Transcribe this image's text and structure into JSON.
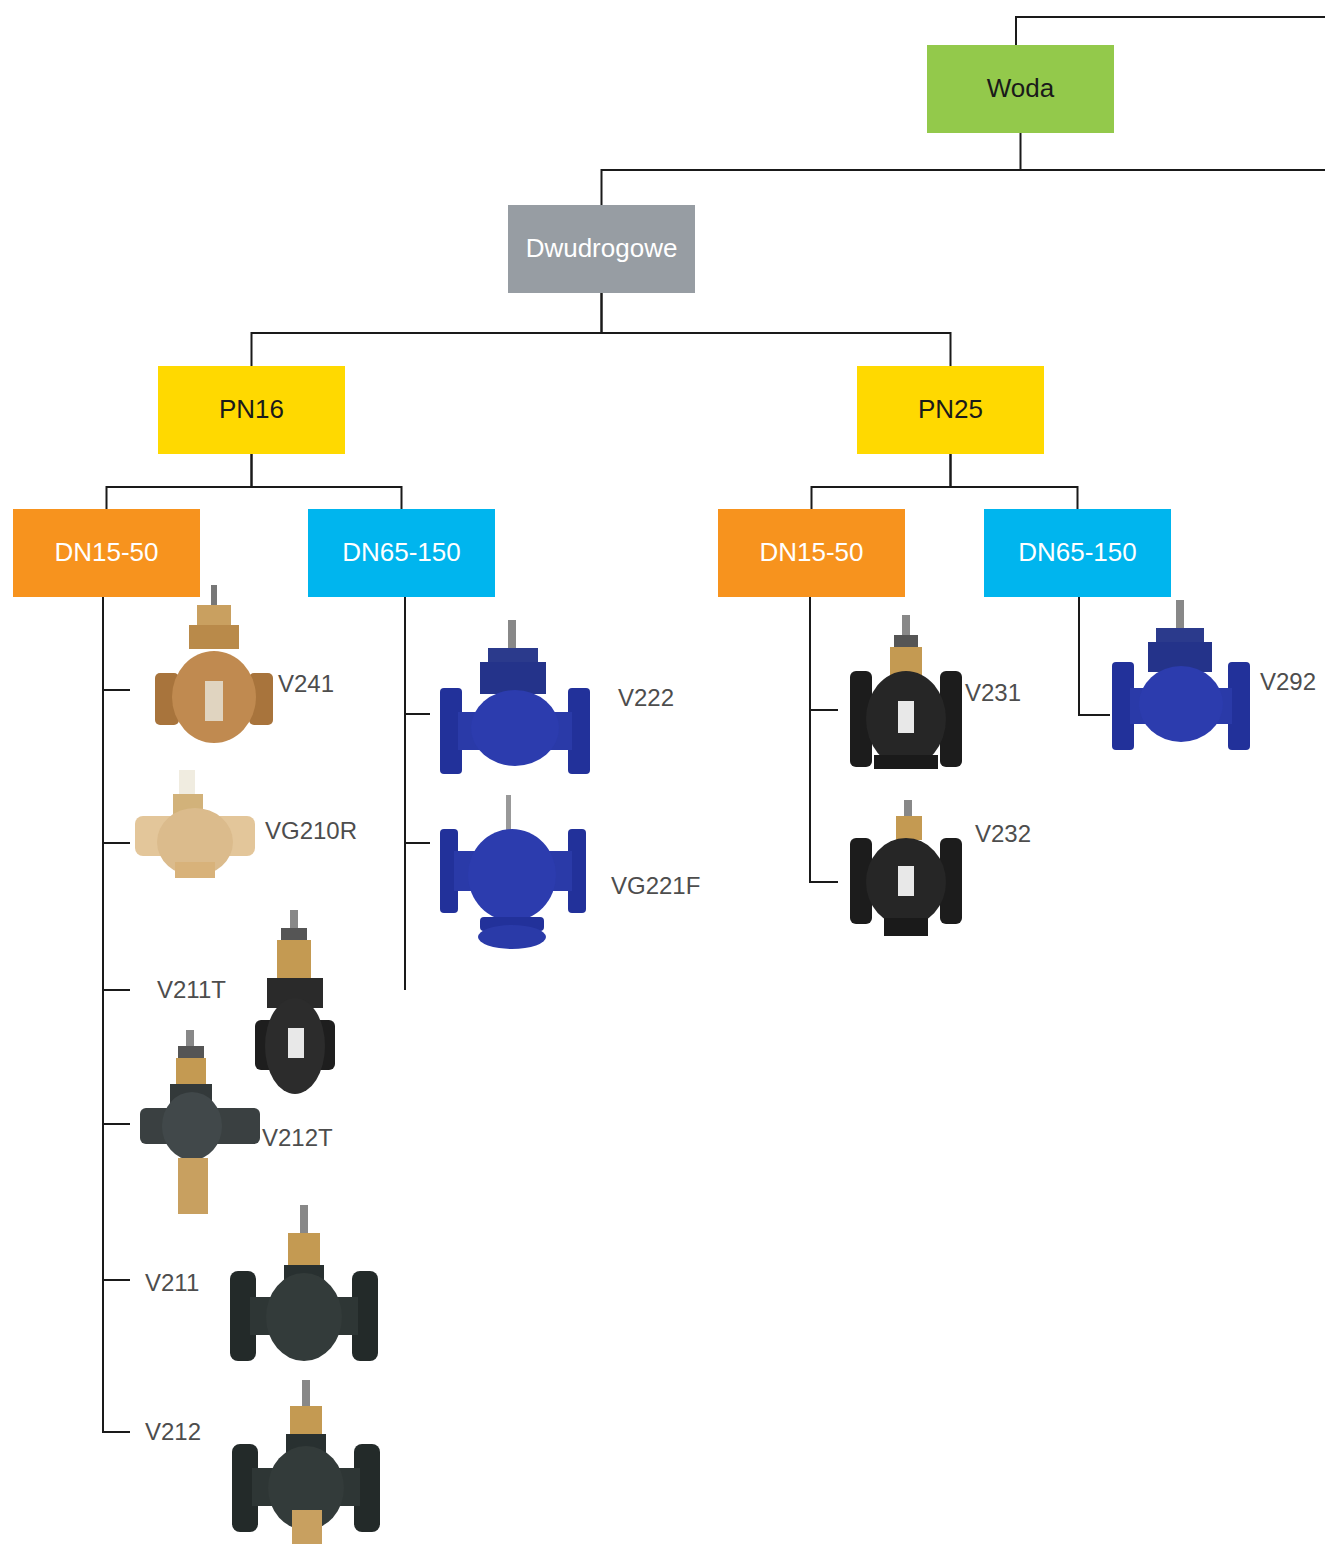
{
  "diagram": {
    "nodes": [
      {
        "text": [
          "Woda"
        ]
      },
      {
        "text": [
          "Dwudrogowe"
        ]
      },
      {
        "text": [
          "PN16"
        ]
      },
      {
        "text": [
          "PN25"
        ]
      },
      {
        "text": [
          "DN15-50"
        ]
      },
      {
        "text": [
          "DN65-150"
        ]
      },
      {
        "text": [
          "DN15-50"
        ]
      },
      {
        "text": [
          "DN65-150"
        ]
      }
    ],
    "edges": [
      {
        "from": 0,
        "to": 1,
        "arrow": "none"
      },
      {
        "from": 1,
        "to": 2,
        "arrow": "none"
      },
      {
        "from": 1,
        "to": 3,
        "arrow": "none"
      },
      {
        "from": 2,
        "to": 4,
        "arrow": "none"
      },
      {
        "from": 2,
        "to": 5,
        "arrow": "none"
      },
      {
        "from": 3,
        "to": 6,
        "arrow": "none"
      },
      {
        "from": 3,
        "to": 7,
        "arrow": "none"
      }
    ],
    "labels": [
      "V241",
      "VG210R",
      "V211T",
      "V212T",
      "V211",
      "V212",
      "V222",
      "VG221F",
      "V231",
      "V232",
      "V292"
    ]
  }
}
